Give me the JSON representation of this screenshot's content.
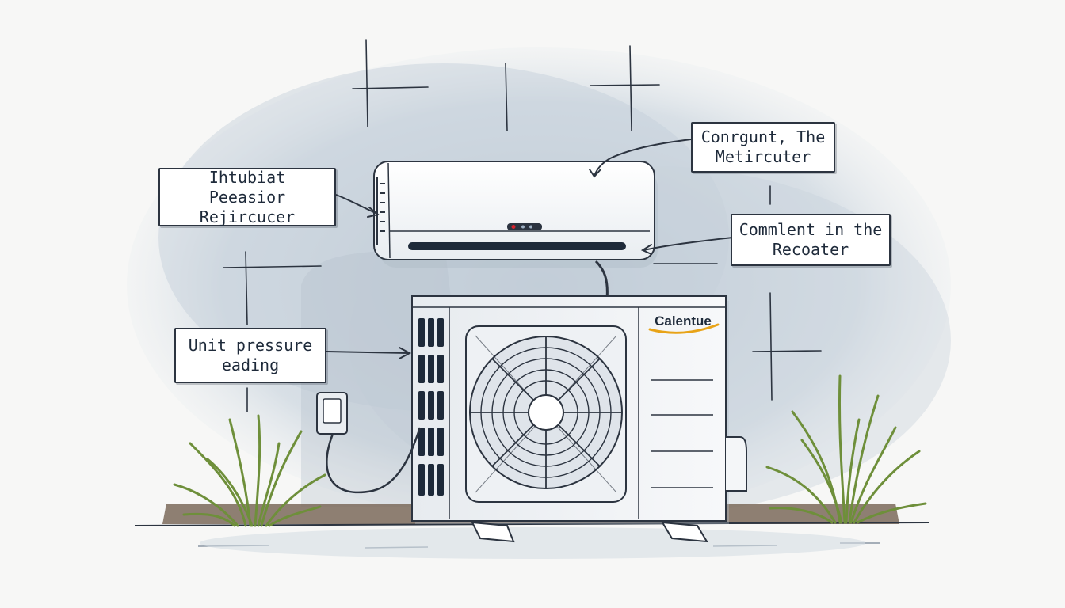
{
  "labels": {
    "top_right": "Conrgunt, The\nMetircuter",
    "top_left": "Ihtubiat Peeasior\nRejircucer",
    "middle_right": "Commlent in the\nRecoater",
    "middle_left": "Unit pressure\neading"
  },
  "outdoor_unit": {
    "brand": "Calentue",
    "brand_color": "#e8a317"
  },
  "indoor_unit": {
    "status_led_color": "#d9232d"
  },
  "colors": {
    "wall_wash": "#c7d2dc",
    "line": "#2c3440",
    "grass": "#6e8f3a",
    "ground": "#7b6a5a"
  }
}
